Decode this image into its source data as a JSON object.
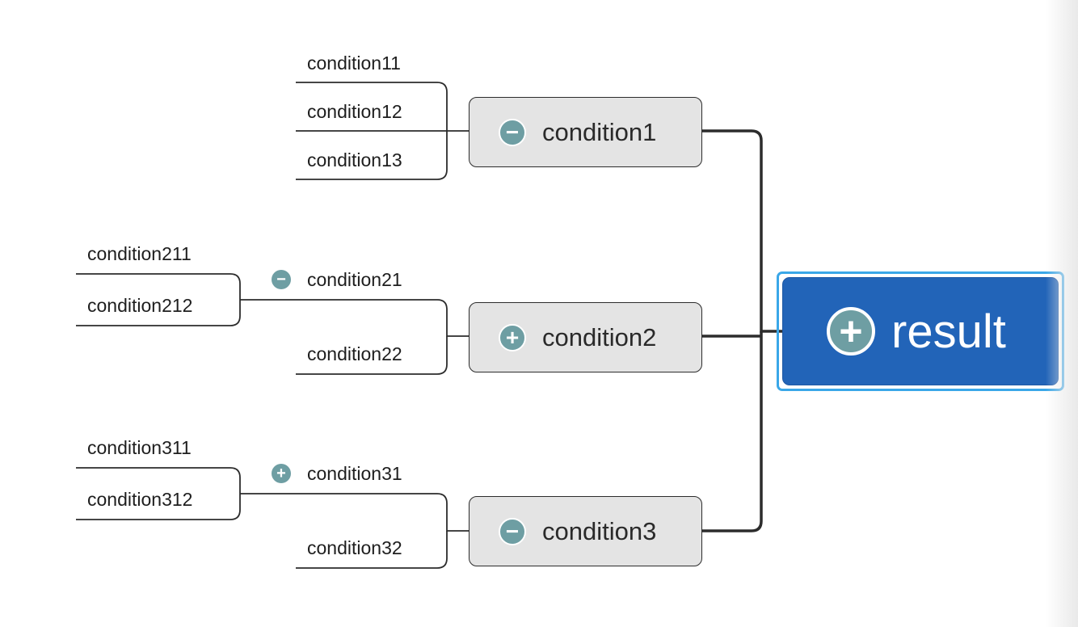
{
  "root": {
    "label": "result",
    "toggle": "+"
  },
  "branches": [
    {
      "label": "condition1",
      "toggle": "−",
      "children": [
        {
          "label": "condition11"
        },
        {
          "label": "condition12"
        },
        {
          "label": "condition13"
        }
      ]
    },
    {
      "label": "condition2",
      "toggle": "+",
      "children": [
        {
          "label": "condition21",
          "toggle": "−",
          "children": [
            {
              "label": "condition211"
            },
            {
              "label": "condition212"
            }
          ]
        },
        {
          "label": "condition22"
        }
      ]
    },
    {
      "label": "condition3",
      "toggle": "−",
      "children": [
        {
          "label": "condition31",
          "toggle": "+",
          "children": [
            {
              "label": "condition311"
            },
            {
              "label": "condition312"
            }
          ]
        },
        {
          "label": "condition32"
        }
      ]
    }
  ],
  "colors": {
    "root_fill": "#2264b8",
    "root_selection": "#3aa7e8",
    "topic_fill": "#e4e4e4",
    "toggle_fill": "#6e9ea3",
    "line": "#2c2c2c"
  }
}
